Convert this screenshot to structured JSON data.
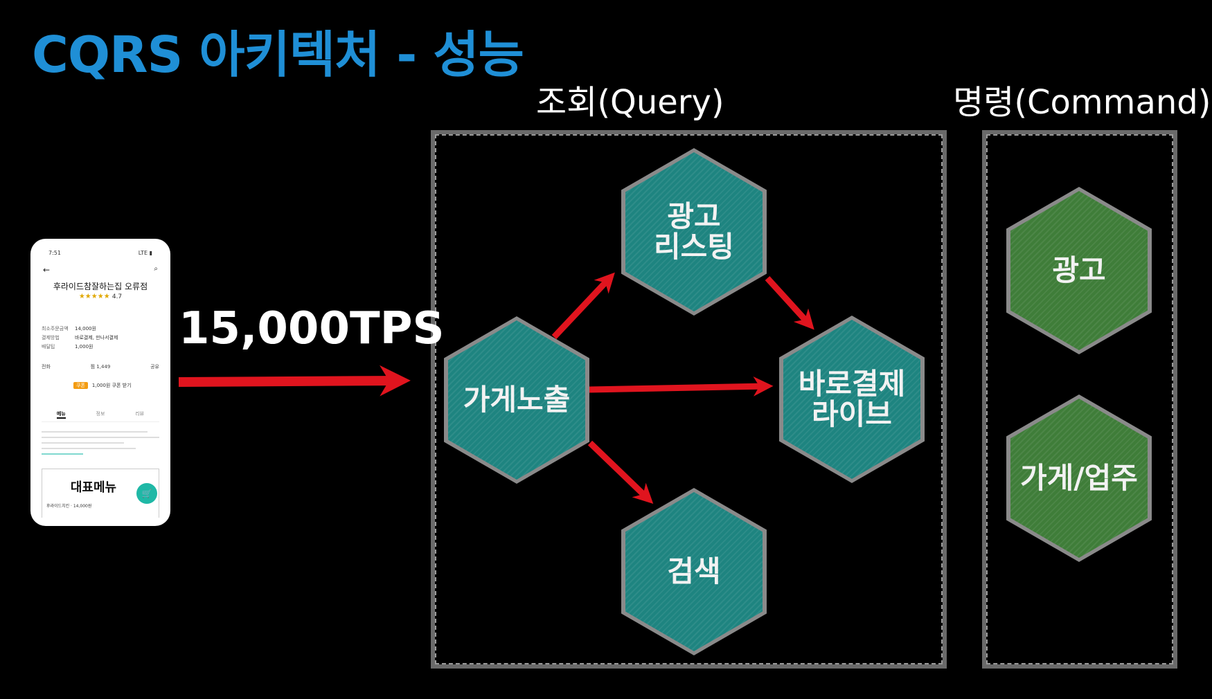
{
  "title": "CQRS 아키텍처 - 성능",
  "tps_label": "15,000TPS",
  "sections": {
    "query": "조회(Query)",
    "command": "명령(Command)"
  },
  "nodes": {
    "ad_listing": "광고\n리스팅",
    "store_exposure": "가게노출",
    "direct_pay_live": "바로결제\n라이브",
    "search": "검색",
    "ad": "광고",
    "store_owner": "가게/업주"
  },
  "phone": {
    "status_time": "7:51",
    "status_right": "LTE ▮",
    "store_name": "후라이드참잘하는집 오류점",
    "stars": "★★★★★",
    "rating": "4.7",
    "info": [
      {
        "k": "최소주문금액",
        "v": "14,000원"
      },
      {
        "k": "결제방법",
        "v": "바로결제, 만나서결제"
      },
      {
        "k": "배달팁",
        "v": "1,000원"
      }
    ],
    "actions": [
      "전화",
      "찜 1,449",
      "공유"
    ],
    "coupon_tag": "쿠폰",
    "coupon_text": "1,000원 쿠폰 받기",
    "tabs": [
      "메뉴",
      "정보",
      "리뷰"
    ],
    "menu_title": "대표메뉴",
    "menu_item": "후라이드치킨 · 14,000원"
  },
  "colors": {
    "title": "#1f8fd6",
    "query_node": "#1e8480",
    "command_node": "#3f7d39",
    "arrow": "#e0141e"
  }
}
